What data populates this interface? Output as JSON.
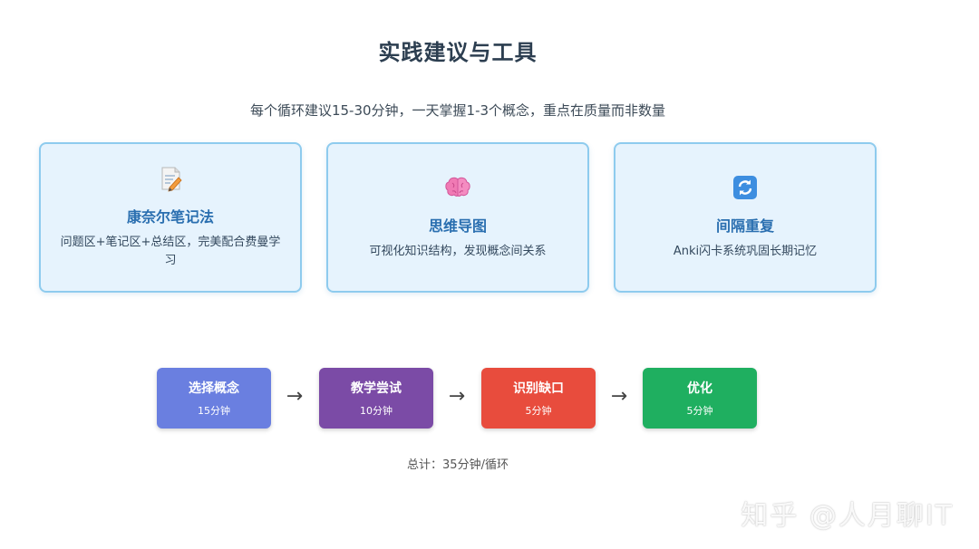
{
  "title": "实践建议与工具",
  "subtitle": "每个循环建议15-30分钟，一天掌握1-3个概念，重点在质量而非数量",
  "cards": [
    {
      "icon": "memo-pencil-icon",
      "title": "康奈尔笔记法",
      "description": "问题区+笔记区+总结区，完美配合费曼学习"
    },
    {
      "icon": "brain-icon",
      "title": "思维导图",
      "description": "可视化知识结构，发现概念间关系"
    },
    {
      "icon": "refresh-arrows-icon",
      "title": "间隔重复",
      "description": "Anki闪卡系统巩固长期记忆"
    }
  ],
  "flow": {
    "steps": [
      {
        "label": "选择概念",
        "time": "15分钟",
        "color": "#6a7fe0"
      },
      {
        "label": "教学尝试",
        "time": "10分钟",
        "color": "#7b4ba6"
      },
      {
        "label": "识别缺口",
        "time": "5分钟",
        "color": "#e84c3d"
      },
      {
        "label": "优化",
        "time": "5分钟",
        "color": "#1faf60"
      }
    ],
    "arrow": "→",
    "total": "总计：35分钟/循环"
  },
  "watermark": "知乎 @人月聊IT"
}
